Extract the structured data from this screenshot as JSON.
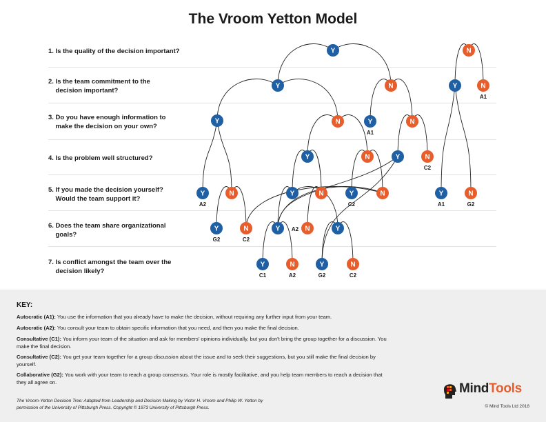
{
  "title": "The Vroom Yetton Model",
  "questions": [
    "1. Is the quality of the decision important?",
    "2. Is the team commitment to the\n    decision important?",
    "3. Do you have enough information to\n    make the decision on your own?",
    "4. Is the problem well structured?",
    "5. If you made the decision yourself?\n    Would the team support it?",
    "6. Does the team share organizational\n    goals?",
    "7. Is conflict amongst the team over the\n    decision likely?"
  ],
  "node_labels": {
    "yes": "Y",
    "no": "N"
  },
  "colors": {
    "yes": "#1f5fa3",
    "no": "#e85d2c",
    "line": "#222222",
    "key_bg": "#efefef"
  },
  "nodes": [
    {
      "id": "q1",
      "kind": "yes"
    },
    {
      "id": "q2y",
      "kind": "yes"
    },
    {
      "id": "q2n",
      "kind": "no"
    },
    {
      "id": "q3y",
      "kind": "yes"
    },
    {
      "id": "q3yn",
      "kind": "no"
    },
    {
      "id": "q3ny",
      "kind": "yes",
      "outcome": "A1"
    },
    {
      "id": "q3nn",
      "kind": "no"
    },
    {
      "id": "q4a",
      "kind": "yes"
    },
    {
      "id": "q4b",
      "kind": "no"
    },
    {
      "id": "q4c",
      "kind": "yes"
    },
    {
      "id": "q4d",
      "kind": "no",
      "outcome": "C2"
    },
    {
      "id": "q5a",
      "kind": "yes",
      "outcome": "A2"
    },
    {
      "id": "q5b",
      "kind": "no"
    },
    {
      "id": "q5c",
      "kind": "yes"
    },
    {
      "id": "q5d",
      "kind": "no"
    },
    {
      "id": "q5e",
      "kind": "yes",
      "outcome": "C2"
    },
    {
      "id": "q5f",
      "kind": "no"
    },
    {
      "id": "q6a",
      "kind": "yes",
      "outcome": "G2"
    },
    {
      "id": "q6b",
      "kind": "no",
      "outcome": "C2"
    },
    {
      "id": "q6c",
      "kind": "yes"
    },
    {
      "id": "q6d",
      "kind": "no",
      "outcome": "A2"
    },
    {
      "id": "q6e",
      "kind": "yes"
    },
    {
      "id": "q7a",
      "kind": "yes",
      "outcome": "C1"
    },
    {
      "id": "q7b",
      "kind": "no",
      "outcome": "A2"
    },
    {
      "id": "q7c",
      "kind": "yes",
      "outcome": "G2"
    },
    {
      "id": "q7d",
      "kind": "no",
      "outcome": "C2"
    },
    {
      "id": "r1",
      "kind": "no"
    },
    {
      "id": "r2y",
      "kind": "yes"
    },
    {
      "id": "r2n",
      "kind": "no",
      "outcome": "A1"
    },
    {
      "id": "r5y",
      "kind": "yes",
      "outcome": "A1"
    },
    {
      "id": "r5n",
      "kind": "no",
      "outcome": "G2"
    }
  ],
  "key": {
    "title": "KEY:",
    "items": [
      {
        "term": "Autocratic (A1):",
        "text": " You use the information that you already have to make the decision, without requiring any further input from your team."
      },
      {
        "term": "Autocratic (A2):",
        "text": " You consult your team to obtain specific information that you need, and then you make the final decision."
      },
      {
        "term": "Consultative (C1):",
        "text": " You inform your team of the situation and ask for members' opinions individually, but you don't bring the group together for a discussion. You make the final decision."
      },
      {
        "term": "Consultative (C2):",
        "text": " You get your team together for a group discussion about the issue and to seek their suggestions, but you still make the final decision by yourself."
      },
      {
        "term": "Collaborative (G2):",
        "text": " You work with your team to reach a group consensus. Your role is mostly facilitative, and you help team members to reach a decision that they all agree on."
      }
    ]
  },
  "caption": "The Vroom-Yetton Decision Tree: Adapted from Leadership and Decision Making by Victor H. Vroom and Philip W. Yetton by permission of the University of Pittsburgh Press. Copyright © 1973 University of Pittsburgh Press.",
  "logo": {
    "part1": "Mind",
    "part2": "Tools"
  },
  "copyright": "© Mind Tools Ltd 2018"
}
